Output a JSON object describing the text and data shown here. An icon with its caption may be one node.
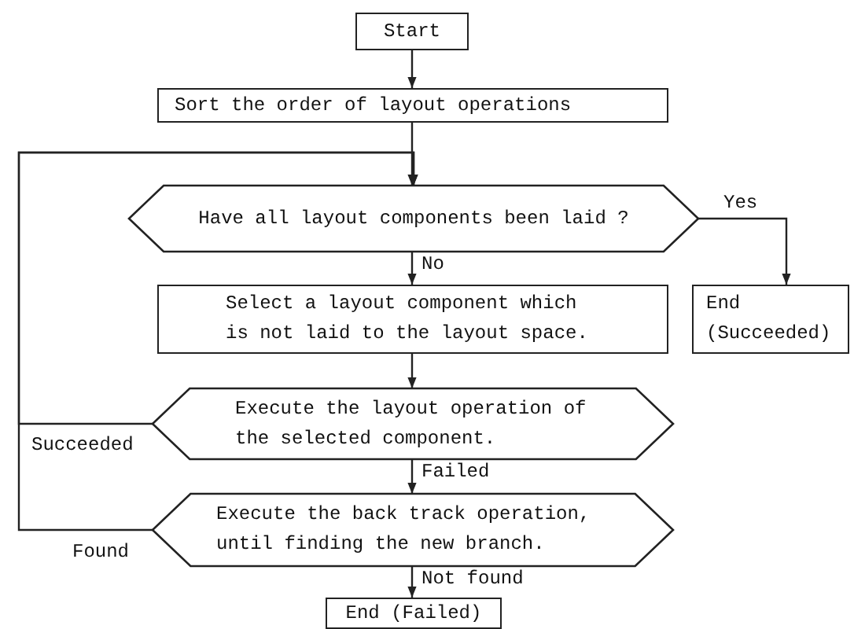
{
  "diagram": {
    "nodes": [
      {
        "text": [
          "Start"
        ]
      },
      {
        "text": [
          "Sort the order of layout operations"
        ]
      },
      {
        "text": [
          "Have all layout components been laid ?"
        ]
      },
      {
        "text": [
          "Select a layout component which is not laid to the layout space."
        ]
      },
      {
        "text": [
          "End (Succeeded)"
        ]
      },
      {
        "text": [
          "Execute the layout operation of the selected component."
        ]
      },
      {
        "text": [
          "Execute the back track operation, until finding the new branch."
        ]
      },
      {
        "text": [
          "End (Failed)"
        ]
      }
    ],
    "edges": [
      {
        "from": 0,
        "to": 1,
        "arrow": "to"
      },
      {
        "from": 1,
        "to": 2,
        "arrow": "to"
      },
      {
        "from": 2,
        "to": 4,
        "arrow": "to",
        "label": "Yes"
      },
      {
        "from": 2,
        "to": 3,
        "arrow": "to",
        "label": "No"
      },
      {
        "from": 3,
        "to": 5,
        "arrow": "to"
      },
      {
        "from": 5,
        "to": 2,
        "arrow": "to",
        "label": "Succeeded"
      },
      {
        "from": 6,
        "to": 2,
        "arrow": "to",
        "label": "Found"
      },
      {
        "from": 5,
        "to": 6,
        "arrow": "to",
        "label": "Failed"
      },
      {
        "from": 6,
        "to": 7,
        "arrow": "to",
        "label": "Not found"
      }
    ]
  }
}
